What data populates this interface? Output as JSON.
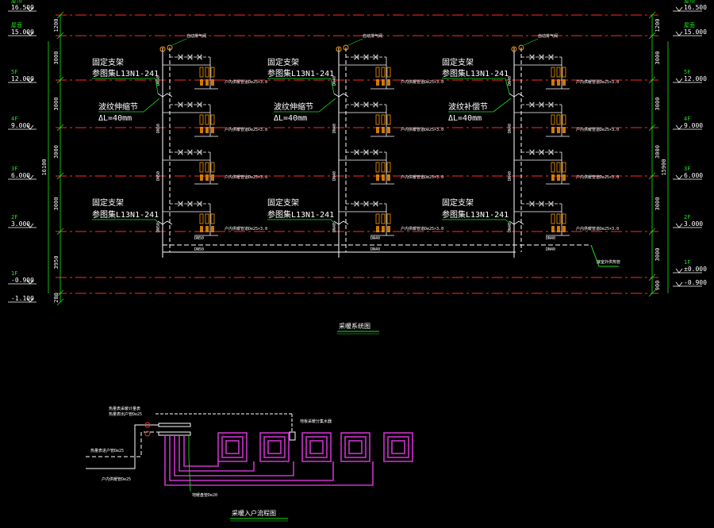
{
  "colors": {
    "background": "#000000",
    "floor_line": "#ff2a2a",
    "pipe": "#ffffff",
    "dimension": "#19e619",
    "valve": "#ff9900",
    "coil": "#cc33cc"
  },
  "levels_left": [
    {
      "elev": "16.500",
      "floor": "屋顶"
    },
    {
      "elev": "15.000",
      "floor": "屋面"
    },
    {
      "elev": "12.000",
      "floor": "5F"
    },
    {
      "elev": "9.000",
      "floor": "4F"
    },
    {
      "elev": "6.000",
      "floor": "3F"
    },
    {
      "elev": "3.000",
      "floor": "2F"
    },
    {
      "elev": "-0.900",
      "floor": "1F"
    },
    {
      "elev": "-1.100",
      "floor": ""
    }
  ],
  "levels_right": [
    {
      "elev": "16.500",
      "floor": "屋顶"
    },
    {
      "elev": "15.000",
      "floor": "屋面"
    },
    {
      "elev": "12.000",
      "floor": "5F"
    },
    {
      "elev": "9.000",
      "floor": "4F"
    },
    {
      "elev": "6.000",
      "floor": "3F"
    },
    {
      "elev": "3.000",
      "floor": "2F"
    },
    {
      "elev": "±0.000",
      "floor": "1F"
    },
    {
      "elev": "-0.900",
      "floor": ""
    }
  ],
  "dims_left": [
    "1200",
    "3000",
    "3000",
    "3000",
    "3000",
    "3950",
    "200"
  ],
  "dims_right": [
    "1200",
    "3000",
    "3000",
    "3000",
    "3000",
    "3000",
    "900"
  ],
  "total_left": "16100",
  "total_right": "15900",
  "risers": [
    {
      "vent_label": "自动排气阀",
      "pipe_top": "DN50",
      "pipe_bottom": "DN50"
    },
    {
      "vent_label": "自动排气阀",
      "pipe_top": "DN40",
      "pipe_bottom": "DN40"
    },
    {
      "vent_label": "自动排气阀",
      "pipe_top": "DN40",
      "pipe_bottom": "DN40"
    }
  ],
  "notes": {
    "support_title": "固定支架",
    "support_ref": "参图集L13N1-241",
    "joint_title": "波纹伸缩节",
    "joint_title_alt": "波纹补偿节",
    "joint_delta": "ΔL=40mm"
  },
  "branch_label": "户内供暖管道De25×3.0",
  "supply_note": "接室外供热管",
  "system_title": "采暖系统图",
  "detail": {
    "title": "采暖入户流程图",
    "labels": [
      "热量表采暖计量表",
      "热量表出户管De25",
      "热量表进户管De25",
      "户内供暖管De25",
      "地板采暖分集水器",
      "地暖盘管De20"
    ]
  }
}
